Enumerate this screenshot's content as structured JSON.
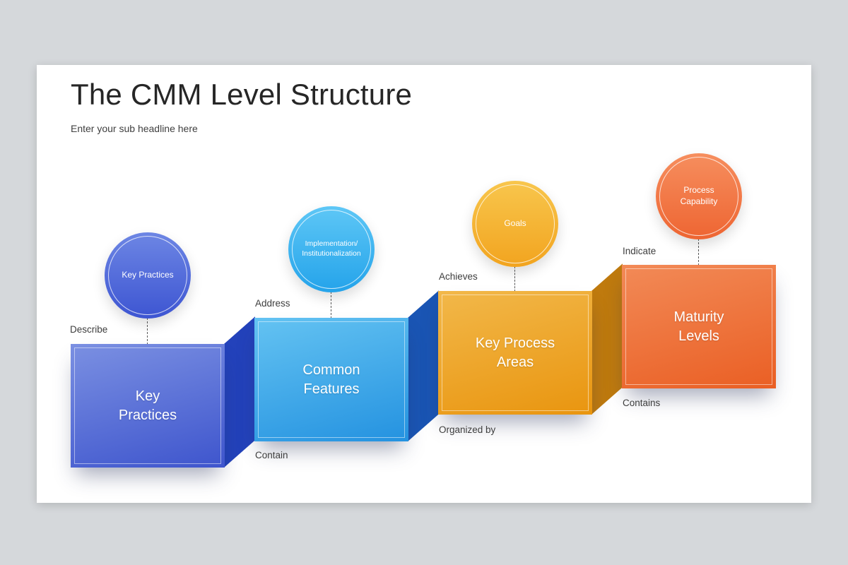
{
  "page": {
    "background": "#d5d8db",
    "card_background": "#ffffff"
  },
  "slide": {
    "title": "The CMM Level Structure",
    "subtitle": "Enter your sub headline here"
  },
  "steps": [
    {
      "id": "key-practices",
      "box_label": "Key\nPractices",
      "circle_label": "Key Practices",
      "label_above": "Describe",
      "label_below": "",
      "colors": {
        "front_top": "#7b90e2",
        "front_bottom": "#3e55cd",
        "side": "#2342bb",
        "circle_top": "#6d86e4",
        "circle_bottom": "#3d55d2"
      }
    },
    {
      "id": "common-features",
      "box_label": "Common\nFeatures",
      "circle_label": "Implementation/\nInstitutionalization",
      "label_above": "Address",
      "label_below": "Contain",
      "colors": {
        "front_top": "#64c3f2",
        "front_bottom": "#2492e0",
        "side": "#1a55b4",
        "circle_top": "#5ec7f6",
        "circle_bottom": "#24a3ea"
      }
    },
    {
      "id": "key-process-areas",
      "box_label": "Key Process\nAreas",
      "circle_label": "Goals",
      "label_above": "Achieves",
      "label_below": "Organized by",
      "colors": {
        "front_top": "#f2b84a",
        "front_bottom": "#e9950f",
        "side": "#bf7a0e",
        "circle_top": "#f8c64d",
        "circle_bottom": "#f2a41f"
      }
    },
    {
      "id": "maturity-levels",
      "box_label": "Maturity\nLevels",
      "circle_label": "Process\nCapability",
      "label_above": "Indicate",
      "label_below": "Contains",
      "colors": {
        "front_top": "#f28a57",
        "front_bottom": "#ea5f24",
        "side": "#c64a14",
        "circle_top": "#f68e5e",
        "circle_bottom": "#ee6532"
      }
    }
  ]
}
